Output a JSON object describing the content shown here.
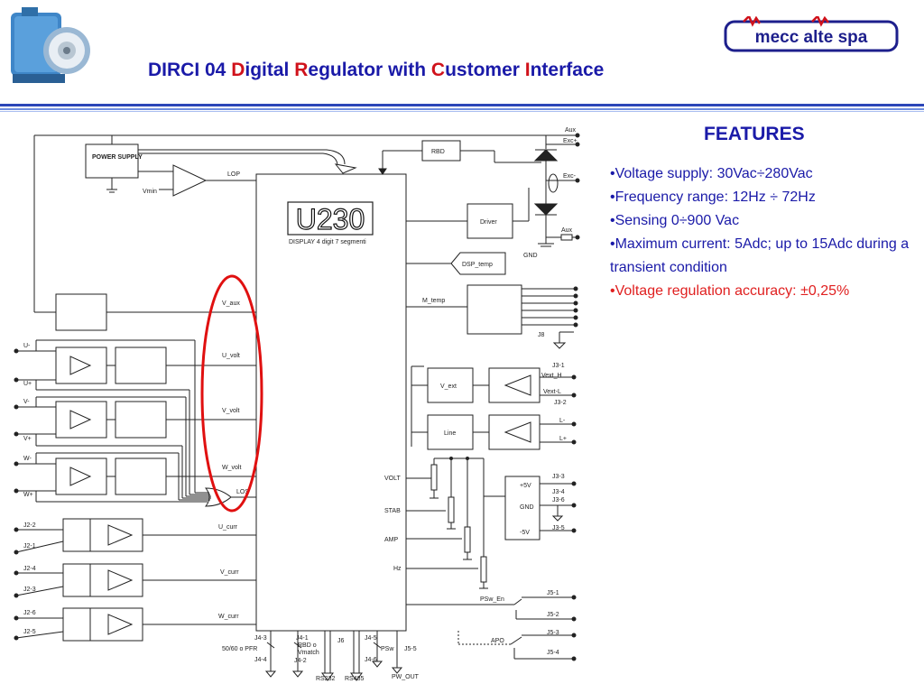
{
  "header": {
    "title_parts": [
      {
        "text": "DIRCI 04  ",
        "accent": false
      },
      {
        "text": "D",
        "accent": true
      },
      {
        "text": "igital ",
        "accent": false
      },
      {
        "text": "R",
        "accent": true
      },
      {
        "text": "egulator with ",
        "accent": false
      },
      {
        "text": "C",
        "accent": true
      },
      {
        "text": "ustomer ",
        "accent": false
      },
      {
        "text": "I",
        "accent": true
      },
      {
        "text": "nterface",
        "accent": false
      }
    ],
    "logo_text": "mecc alte spa"
  },
  "colors": {
    "title_blue": "#1a1aa8",
    "accent_red": "#d0121b",
    "feature_red": "#e02020",
    "rule_blue": "#3b5fd0",
    "logo_navy": "#1d1f8c",
    "logo_red": "#d0121b",
    "highlight_ellipse": "#e01010"
  },
  "features": {
    "heading": "FEATURES",
    "items": [
      {
        "text": "•Voltage supply: 30Vac÷280Vac",
        "highlight": false
      },
      {
        "text": "•Frequency range: 12Hz ÷ 72Hz",
        "highlight": false
      },
      {
        "text": "•Sensing 0÷900 Vac",
        "highlight": false
      },
      {
        "text": "•Maximum current: 5Adc; up to 15Adc during a transient condition",
        "highlight": false
      },
      {
        "text": "•Voltage regulation accuracy: ±0,25%",
        "highlight": true
      }
    ]
  },
  "diagram": {
    "power_supply": "POWER SUPPLY",
    "vmin": "Vmin",
    "lop": "LOP",
    "display_value": "U230",
    "display_caption": "DISPLAY 4 digit 7 segmenti",
    "driver": "Driver",
    "rbd_box": "RBD",
    "dsp_temp": "DSP_temp",
    "m_temp": "M_temp",
    "v_ext_box": "V_ext",
    "line_box": "Line",
    "internal": {
      "v_aux": "V_aux",
      "u_volt": "U_volt",
      "v_volt": "V_volt",
      "w_volt": "W_volt",
      "los": "LOS",
      "u_curr": "U_curr",
      "v_curr": "V_curr",
      "w_curr": "W_curr",
      "volt": "VOLT",
      "stab": "STAB",
      "amp": "AMP",
      "hz": "Hz",
      "psw_en": "PSw_En",
      "apo": "APO",
      "plus5v": "+5V",
      "gnd_box": "GND",
      "minus5v": "-5V"
    },
    "terminals": {
      "aux_top": "Aux",
      "exc_plus": "Exc+",
      "exc_minus": "Exc-",
      "aux_bottom": "Aux",
      "gnd": "GND",
      "j8": "J8",
      "j3_1": "J3-1",
      "vext_h": "Vext_H",
      "vext_l": "Vext-L",
      "j3_2": "J3-2",
      "l_minus": "L-",
      "l_plus": "L+",
      "j3_3": "J3-3",
      "j3_4": "J3-4",
      "j3_6": "J3-6",
      "j3_5": "J3-5",
      "j5_1": "J5-1",
      "j5_2": "J5-2",
      "j5_3": "J5-3",
      "j5_4": "J5-4",
      "u_minus": "U-",
      "u_plus": "U+",
      "v_minus": "V-",
      "v_plus": "V+",
      "w_minus": "W-",
      "w_plus": "W+",
      "j2_2": "J2-2",
      "j2_1": "J2-1",
      "j2_4": "J2-4",
      "j2_3": "J2-3",
      "j2_6": "J2-6",
      "j2_5": "J2-5",
      "j4_3": "J4-3",
      "pfr": "50/60 o PFR",
      "j4_4": "J4-4",
      "j4_1": "J4-1",
      "rbd_o": "RBD o",
      "vmatch": "Vmatch",
      "j4_2": "J4-2",
      "j6": "J6",
      "rs232": "RS232",
      "rs485": "RS485",
      "j4_5": "J4-5",
      "psw": "PSw",
      "j4_6": "J4-6",
      "j5_5": "J5-5",
      "pw_out": "PW_OUT"
    }
  }
}
